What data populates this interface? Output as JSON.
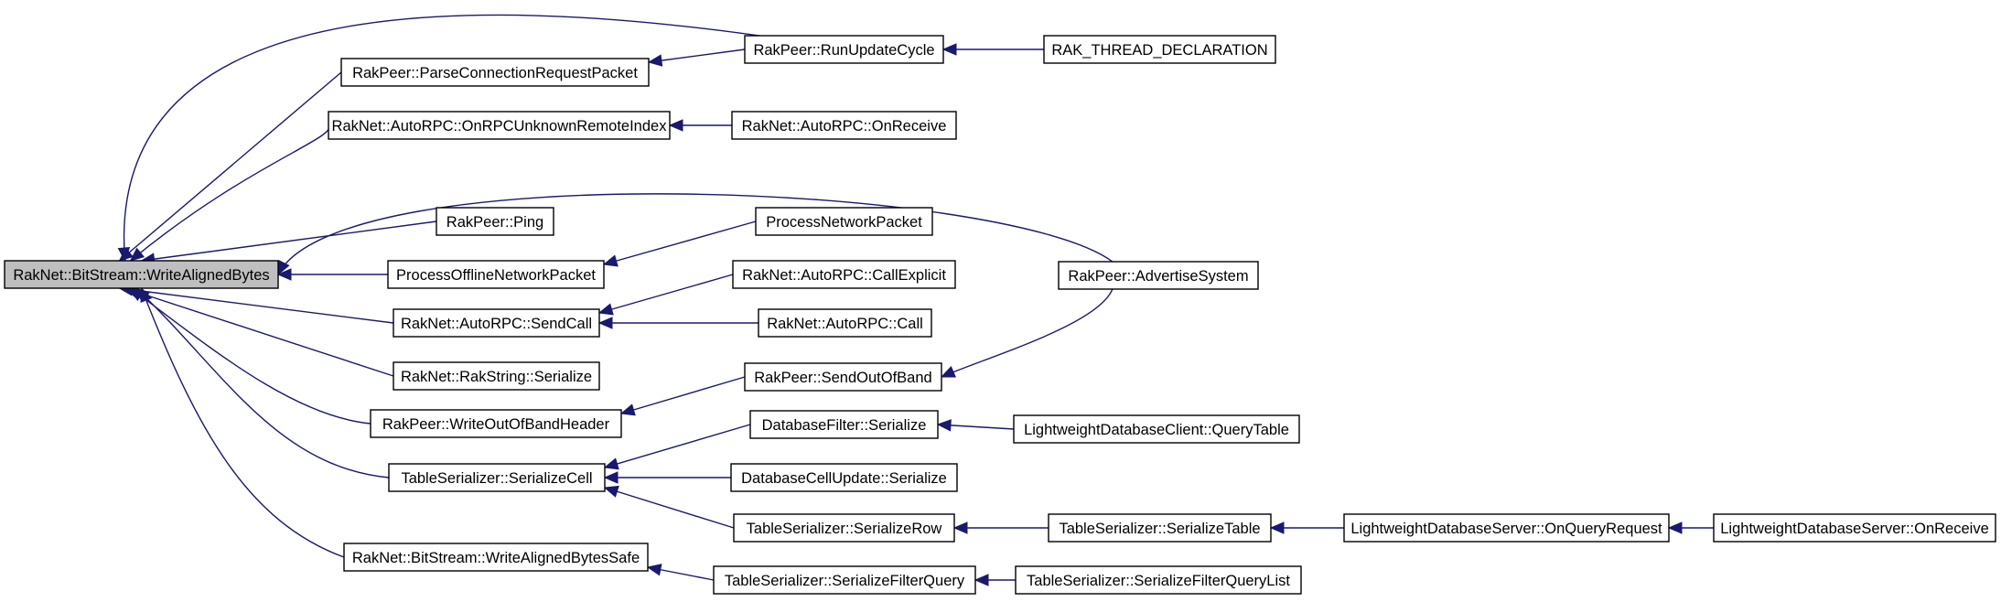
{
  "diagram": {
    "type": "call-graph",
    "colors": {
      "edge": "#191970",
      "root_fill": "#bfbfbf",
      "node_fill": "#ffffff",
      "node_border": "#000000"
    },
    "nodes": [
      {
        "id": "root",
        "label": "RakNet::BitStream::WriteAlignedBytes"
      },
      {
        "id": "parse",
        "label": "RakPeer::ParseConnectionRequestPacket"
      },
      {
        "id": "runupdate",
        "label": "RakPeer::RunUpdateCycle"
      },
      {
        "id": "rakthread",
        "label": "RAK_THREAD_DECLARATION"
      },
      {
        "id": "onrpcunk",
        "label": "RakNet::AutoRPC::OnRPCUnknownRemoteIndex"
      },
      {
        "id": "onreceive",
        "label": "RakNet::AutoRPC::OnReceive"
      },
      {
        "id": "ping",
        "label": "RakPeer::Ping"
      },
      {
        "id": "procnet",
        "label": "ProcessNetworkPacket"
      },
      {
        "id": "procoffline",
        "label": "ProcessOfflineNetworkPacket"
      },
      {
        "id": "advertise",
        "label": "RakPeer::AdvertiseSystem"
      },
      {
        "id": "callexplicit",
        "label": "RakNet::AutoRPC::CallExplicit"
      },
      {
        "id": "sendcall",
        "label": "RakNet::AutoRPC::SendCall"
      },
      {
        "id": "call",
        "label": "RakNet::AutoRPC::Call"
      },
      {
        "id": "rakstring",
        "label": "RakNet::RakString::Serialize"
      },
      {
        "id": "sendoob",
        "label": "RakPeer::SendOutOfBand"
      },
      {
        "id": "writeoob",
        "label": "RakPeer::WriteOutOfBandHeader"
      },
      {
        "id": "dbfilter",
        "label": "DatabaseFilter::Serialize"
      },
      {
        "id": "querytable",
        "label": "LightweightDatabaseClient::QueryTable"
      },
      {
        "id": "serializecell",
        "label": "TableSerializer::SerializeCell"
      },
      {
        "id": "dbcellupdate",
        "label": "DatabaseCellUpdate::Serialize"
      },
      {
        "id": "serializerow",
        "label": "TableSerializer::SerializeRow"
      },
      {
        "id": "serializetable",
        "label": "TableSerializer::SerializeTable"
      },
      {
        "id": "onqueryrequest",
        "label": "LightweightDatabaseServer::OnQueryRequest"
      },
      {
        "id": "serveronreceive",
        "label": "LightweightDatabaseServer::OnReceive"
      },
      {
        "id": "alignedsafe",
        "label": "RakNet::BitStream::WriteAlignedBytesSafe"
      },
      {
        "id": "filterquery",
        "label": "TableSerializer::SerializeFilterQuery"
      },
      {
        "id": "filterquerylist",
        "label": "TableSerializer::SerializeFilterQueryList"
      }
    ],
    "edges": [
      {
        "from": "parse",
        "to": "root"
      },
      {
        "from": "runupdate",
        "to": "root"
      },
      {
        "from": "onrpcunk",
        "to": "root"
      },
      {
        "from": "advertise",
        "to": "root"
      },
      {
        "from": "ping",
        "to": "root"
      },
      {
        "from": "procoffline",
        "to": "root"
      },
      {
        "from": "sendcall",
        "to": "root"
      },
      {
        "from": "rakstring",
        "to": "root"
      },
      {
        "from": "writeoob",
        "to": "root"
      },
      {
        "from": "serializecell",
        "to": "root"
      },
      {
        "from": "alignedsafe",
        "to": "root"
      },
      {
        "from": "runupdate",
        "to": "parse"
      },
      {
        "from": "rakthread",
        "to": "runupdate"
      },
      {
        "from": "onreceive",
        "to": "onrpcunk"
      },
      {
        "from": "procnet",
        "to": "procoffline"
      },
      {
        "from": "callexplicit",
        "to": "sendcall"
      },
      {
        "from": "call",
        "to": "sendcall"
      },
      {
        "from": "sendoob",
        "to": "writeoob"
      },
      {
        "from": "advertise",
        "to": "sendoob"
      },
      {
        "from": "dbfilter",
        "to": "serializecell"
      },
      {
        "from": "dbcellupdate",
        "to": "serializecell"
      },
      {
        "from": "serializerow",
        "to": "serializecell"
      },
      {
        "from": "querytable",
        "to": "dbfilter"
      },
      {
        "from": "serializetable",
        "to": "serializerow"
      },
      {
        "from": "onqueryrequest",
        "to": "serializetable"
      },
      {
        "from": "serveronreceive",
        "to": "onqueryrequest"
      },
      {
        "from": "filterquery",
        "to": "alignedsafe"
      },
      {
        "from": "filterquerylist",
        "to": "filterquery"
      }
    ]
  }
}
